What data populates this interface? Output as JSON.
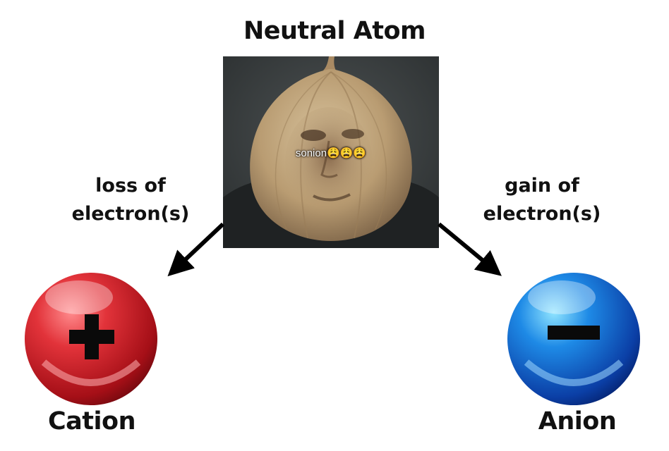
{
  "title": "Neutral Atom",
  "image_caption": "sonion😩😩😩",
  "left_process": [
    "loss of",
    "electron(s)"
  ],
  "right_process": [
    "gain of",
    "electron(s)"
  ],
  "left_ion": {
    "name": "Cation",
    "symbol": "+",
    "color": "#d6202a"
  },
  "right_ion": {
    "name": "Anion",
    "symbol": "−",
    "color": "#1678d8"
  },
  "arrow_color": "#000000"
}
